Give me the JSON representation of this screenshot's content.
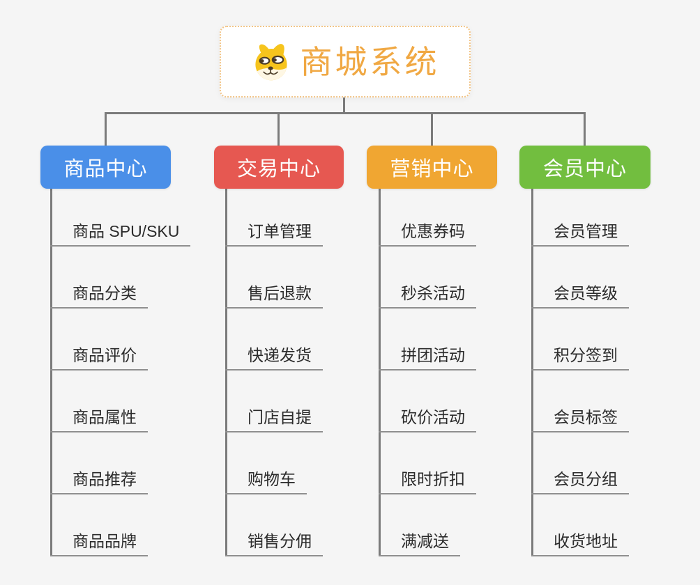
{
  "root": {
    "title": "商城系统",
    "icon": "dog-face-icon",
    "title_color": "#F0A843",
    "border_color": "#F2C588"
  },
  "canvas": {
    "background_color": "#F5F5F5",
    "connector_color": "#7B7B7B",
    "leaf_underline_color": "#8F8F8F"
  },
  "branches": [
    {
      "label": "商品中心",
      "color": "#4A8FE8",
      "items": [
        "商品 SPU/SKU",
        "商品分类",
        "商品评价",
        "商品属性",
        "商品推荐",
        "商品品牌"
      ]
    },
    {
      "label": "交易中心",
      "color": "#E65851",
      "items": [
        "订单管理",
        "售后退款",
        "快递发货",
        "门店自提",
        "购物车",
        "销售分佣"
      ]
    },
    {
      "label": "营销中心",
      "color": "#F0A632",
      "items": [
        "优惠券码",
        "秒杀活动",
        "拼团活动",
        "砍价活动",
        "限时折扣",
        "满减送"
      ]
    },
    {
      "label": "会员中心",
      "color": "#72BE3F",
      "items": [
        "会员管理",
        "会员等级",
        "积分签到",
        "会员标签",
        "会员分组",
        "收货地址"
      ]
    }
  ]
}
